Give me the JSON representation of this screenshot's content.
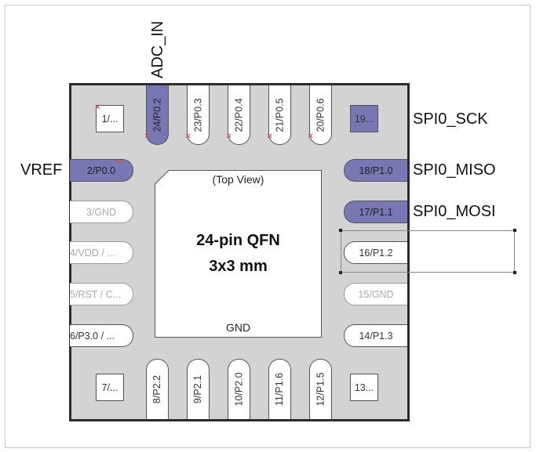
{
  "package": {
    "title": "24-pin QFN",
    "size": "3x3 mm",
    "view": "(Top View)",
    "center_pad": "GND"
  },
  "pins": {
    "p1": "1/...",
    "p2": "2/P0.0",
    "p3": "3/GND",
    "p4": "4/VDD / ...",
    "p5": "5/RST / C...",
    "p6": "6/P3.0 / ...",
    "p7": "7/...",
    "p8": "8/P2.2",
    "p9": "9/P2.1",
    "p10": "10/P2.0",
    "p11": "11/P1.6",
    "p12": "12/P1.5",
    "p13": "13...",
    "p14": "14/P1.3",
    "p15": "15/GND",
    "p16": "16/P1.2",
    "p17": "17/P1.1",
    "p18": "18/P1.0",
    "p19": "19...",
    "p20": "20/P0.6",
    "p21": "21/P0.5",
    "p22": "22/P0.4",
    "p23": "23/P0.3",
    "p24": "24/P0.2"
  },
  "signals": {
    "adc": "ADC_IN",
    "vref": "VREF",
    "sck": "SPI0_SCK",
    "miso": "SPI0_MISO",
    "mosi": "SPI0_MOSI"
  },
  "colors": {
    "assigned_pin": "#7777b3",
    "package_fill": "#d3d3d3",
    "no_connect_mark": "#e05050"
  }
}
